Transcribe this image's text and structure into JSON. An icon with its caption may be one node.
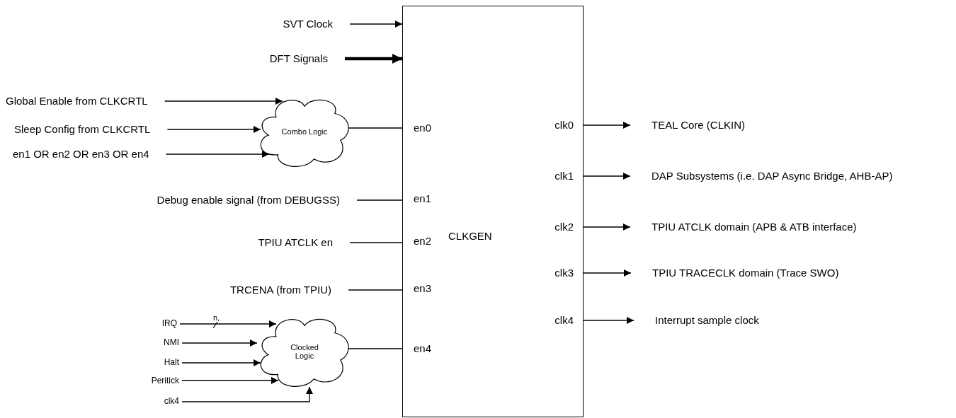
{
  "diagram": {
    "nodes": [
      {
        "text": [
          "CLKGEN"
        ]
      },
      {
        "text": [
          "SVT Clock"
        ]
      },
      {
        "text": [
          "DFT Signals"
        ]
      },
      {
        "text": [
          "Global Enable from CLKCRTL"
        ]
      },
      {
        "text": [
          "Sleep Config from CLKCRTL"
        ]
      },
      {
        "text": [
          "en1 OR en2 OR en3 OR en4"
        ]
      },
      {
        "text": [
          "Combo Logic"
        ]
      },
      {
        "text": [
          "Debug enable signal (from DEBUGSS)"
        ]
      },
      {
        "text": [
          "TPIU ATCLK en"
        ]
      },
      {
        "text": [
          "TRCENA (from TPIU)"
        ]
      },
      {
        "text": [
          "IRQ"
        ]
      },
      {
        "text": [
          "NMI"
        ]
      },
      {
        "text": [
          "Halt"
        ]
      },
      {
        "text": [
          "Peritick"
        ]
      },
      {
        "text": [
          "clk4"
        ]
      },
      {
        "text": [
          "Clocked Logic"
        ]
      },
      {
        "text": [
          "TEAL Core (CLKIN)"
        ]
      },
      {
        "text": [
          "DAP Subsystems (i.e. DAP Async Bridge, AHB-AP)"
        ]
      },
      {
        "text": [
          "TPIU ATCLK domain (APB & ATB interface)"
        ]
      },
      {
        "text": [
          "TPIU TRACECLK domain (Trace SWO)"
        ]
      },
      {
        "text": [
          "Interrupt sample clock"
        ]
      }
    ],
    "edges": [
      {
        "from": 1,
        "to": 0,
        "arrow": "to"
      },
      {
        "from": 2,
        "to": 0,
        "arrow": "to",
        "style": "thick"
      },
      {
        "from": 3,
        "to": 6,
        "arrow": "to"
      },
      {
        "from": 4,
        "to": 6,
        "arrow": "to"
      },
      {
        "from": 5,
        "to": 6,
        "arrow": "to"
      },
      {
        "from": 6,
        "to": 0,
        "arrow": "none"
      },
      {
        "from": 7,
        "to": 0,
        "arrow": "none"
      },
      {
        "from": 8,
        "to": 0,
        "arrow": "none"
      },
      {
        "from": 9,
        "to": 0,
        "arrow": "none"
      },
      {
        "from": 10,
        "to": 15,
        "arrow": "to",
        "label": "n"
      },
      {
        "from": 11,
        "to": 15,
        "arrow": "to"
      },
      {
        "from": 12,
        "to": 15,
        "arrow": "to"
      },
      {
        "from": 13,
        "to": 15,
        "arrow": "to"
      },
      {
        "from": 14,
        "to": 15,
        "arrow": "to"
      },
      {
        "from": 15,
        "to": 0,
        "arrow": "none"
      },
      {
        "from": 0,
        "to": 16,
        "arrow": "to"
      },
      {
        "from": 0,
        "to": 17,
        "arrow": "to"
      },
      {
        "from": 0,
        "to": 18,
        "arrow": "to"
      },
      {
        "from": 0,
        "to": 19,
        "arrow": "to"
      },
      {
        "from": 0,
        "to": 20,
        "arrow": "to"
      }
    ],
    "labels": [
      "clk0",
      "en0",
      "clk1",
      "en1",
      "clk2",
      "en2",
      "clk3",
      "en3",
      "clk4",
      "en4"
    ]
  }
}
